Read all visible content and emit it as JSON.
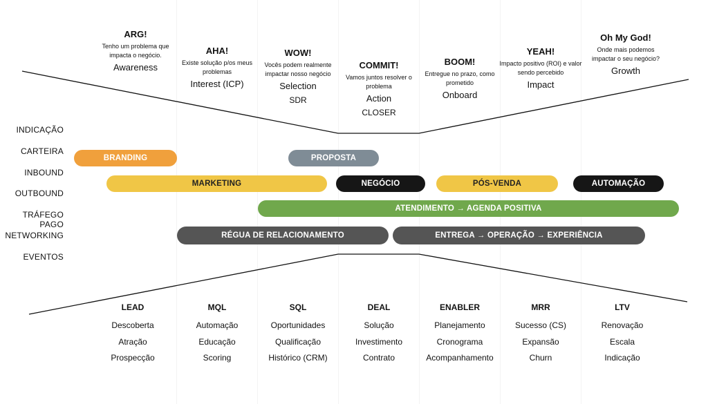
{
  "stages": [
    {
      "exclaim": "ARG!",
      "question": "Tenho um problema que impacta o negócio.",
      "name": "Awareness",
      "role": ""
    },
    {
      "exclaim": "AHA!",
      "question": "Existe solução p/os meus problemas",
      "name": "Interest (ICP)",
      "role": ""
    },
    {
      "exclaim": "WOW!",
      "question": "Vocês podem realmente impactar nosso negócio",
      "name": "Selection",
      "role": "SDR"
    },
    {
      "exclaim": "COMMIT!",
      "question": "Vamos juntos resolver o problema",
      "name": "Action",
      "role": "CLOSER"
    },
    {
      "exclaim": "BOOM!",
      "question": "Entregue no prazo, como prometido",
      "name": "Onboard",
      "role": ""
    },
    {
      "exclaim": "YEAH!",
      "question": "Impacto positivo (ROI) e valor sendo percebido",
      "name": "Impact",
      "role": ""
    },
    {
      "exclaim": "Oh My God!",
      "question": "Onde mais podemos impactar o seu negócio?",
      "name": "Growth",
      "role": ""
    }
  ],
  "channels": [
    "INDICAÇÃO",
    "CARTEIRA",
    "INBOUND",
    "OUTBOUND",
    "TRÁFEGO PAGO",
    "NETWORKING",
    "EVENTOS"
  ],
  "bars": {
    "branding": "BRANDING",
    "proposta": "PROPOSTA",
    "marketing": "MARKETING",
    "negocio": "NEGÓCIO",
    "pos_venda": "PÓS-VENDA",
    "automacao": "AUTOMAÇÃO",
    "atendimento": "ATENDIMENTO → AGENDA POSITIVA",
    "regua": "RÉGUA DE RELACIONAMENTO",
    "entrega": "ENTREGA → OPERAÇÃO → EXPERIÊNCIA"
  },
  "colors": {
    "orange": "#f0a03c",
    "slate": "#7f8c96",
    "yellow": "#f0c646",
    "black": "#161616",
    "green": "#70a84c",
    "gray": "#555555"
  },
  "bottom": [
    {
      "title": "LEAD",
      "items": [
        "Descoberta",
        "Atração",
        "Prospecção"
      ]
    },
    {
      "title": "MQL",
      "items": [
        "Automação",
        "Educação",
        "Scoring"
      ]
    },
    {
      "title": "SQL",
      "items": [
        "Oportunidades",
        "Qualificação",
        "Histórico (CRM)"
      ]
    },
    {
      "title": "DEAL",
      "items": [
        "Solução",
        "Investimento",
        "Contrato"
      ]
    },
    {
      "title": "ENABLER",
      "items": [
        "Planejamento",
        "Cronograma",
        "Acompanhamento"
      ]
    },
    {
      "title": "MRR",
      "items": [
        "Sucesso (CS)",
        "Expansão",
        "Churn"
      ]
    },
    {
      "title": "LTV",
      "items": [
        "Renovação",
        "Escala",
        "Indicação"
      ]
    }
  ]
}
